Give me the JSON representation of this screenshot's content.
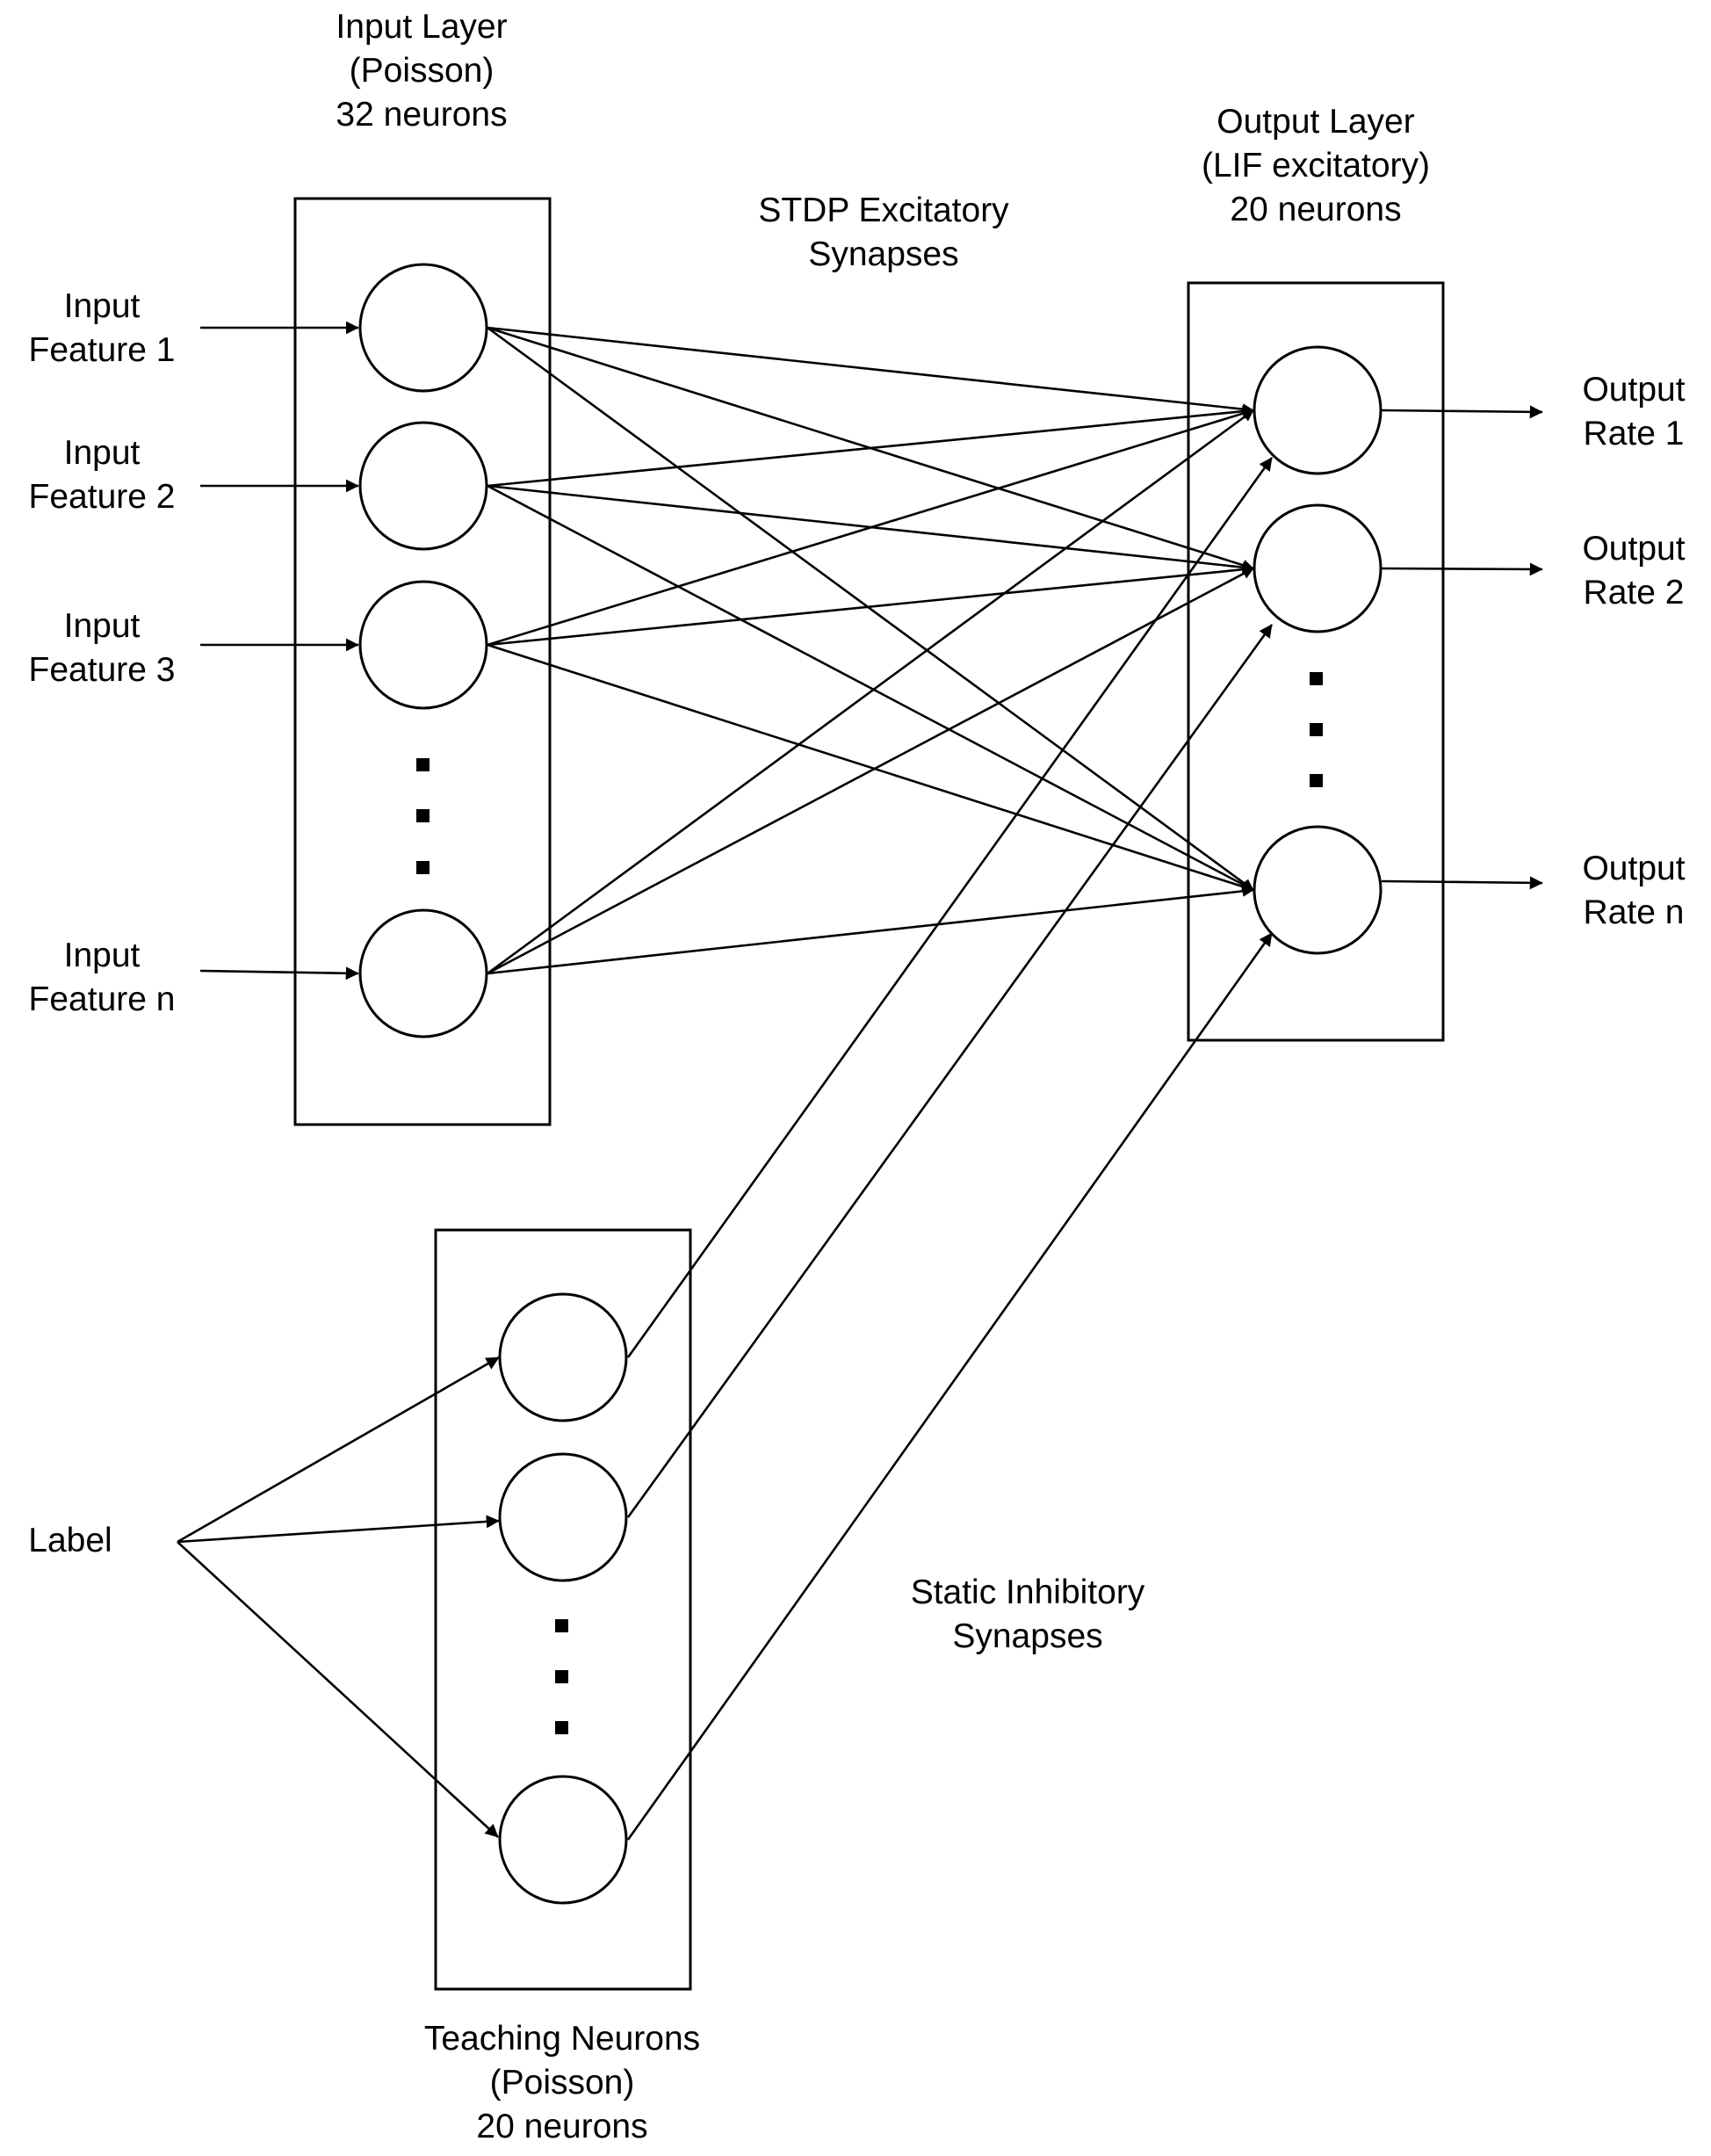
{
  "input_layer": {
    "line1": "Input  Layer",
    "line2": "(Poisson)",
    "line3": "32 neurons"
  },
  "stdp_label": {
    "line1": "STDP Excitatory",
    "line2": "Synapses"
  },
  "output_layer": {
    "line1": "Output Layer",
    "line2": "(LIF excitatory)",
    "line3": "20 neurons"
  },
  "inputs": [
    {
      "line1": "Input",
      "line2": "Feature 1"
    },
    {
      "line1": "Input",
      "line2": "Feature 2"
    },
    {
      "line1": "Input",
      "line2": "Feature 3"
    },
    {
      "line1": "Input",
      "line2": "Feature n"
    }
  ],
  "outputs": [
    {
      "line1": "Output",
      "line2": "Rate 1"
    },
    {
      "line1": "Output",
      "line2": "Rate 2"
    },
    {
      "line1": "Output",
      "line2": "Rate n"
    }
  ],
  "label": "Label",
  "inhibitory_label": {
    "line1": "Static Inhibitory",
    "line2": "Synapses"
  },
  "teaching_layer": {
    "line1": "Teaching Neurons",
    "line2": "(Poisson)",
    "line3": "20 neurons"
  }
}
